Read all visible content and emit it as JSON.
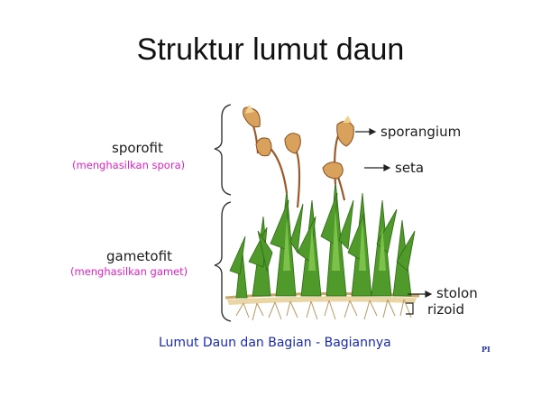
{
  "title": "Struktur lumut daun",
  "labels": {
    "sporofit": "sporofit",
    "sporofit_desc": "(menghasilkan spora)",
    "gametofit": "gametofit",
    "gametofit_desc": "(menghasilkan gamet)",
    "sporangium": "sporangium",
    "seta": "seta",
    "stolon": "stolon",
    "rizoid": "rizoid"
  },
  "caption": "Lumut Daun dan Bagian - Bagiannya",
  "corner_mark": "PI",
  "colors": {
    "label_text": "#1c1c1c",
    "description_text": "#e020c8",
    "caption_text": "#1a2bb0",
    "leaf_green": "#4f9a2a",
    "capsule_tan": "#d9a25c",
    "stalk_brown": "#9b5a2a"
  }
}
